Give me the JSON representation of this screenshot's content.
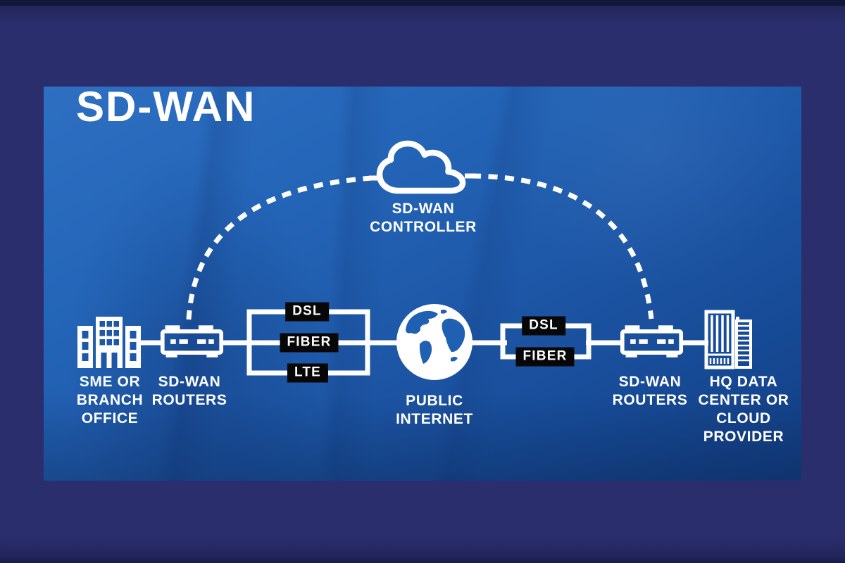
{
  "title": "SD-WAN",
  "colors": {
    "panel_blue": "#1e58a8",
    "outer_navy": "#2b2e6d",
    "chip_bg": "#070707",
    "line_white": "#ffffff"
  },
  "controller": {
    "label_lines": [
      "SD-WAN",
      "CONTROLLER"
    ]
  },
  "left_site": {
    "label_lines": [
      "SME OR",
      "BRANCH",
      "OFFICE"
    ]
  },
  "left_router": {
    "label_lines": [
      "SD-WAN",
      "ROUTERS"
    ]
  },
  "internet": {
    "label_lines": [
      "PUBLIC",
      "INTERNET"
    ]
  },
  "right_router": {
    "label_lines": [
      "SD-WAN",
      "ROUTERS"
    ]
  },
  "right_site": {
    "label_lines": [
      "HQ DATA",
      "CENTER OR",
      "CLOUD",
      "PROVIDER"
    ]
  },
  "left_links": [
    "DSL",
    "FIBER",
    "LTE"
  ],
  "right_links": [
    "DSL",
    "FIBER"
  ]
}
